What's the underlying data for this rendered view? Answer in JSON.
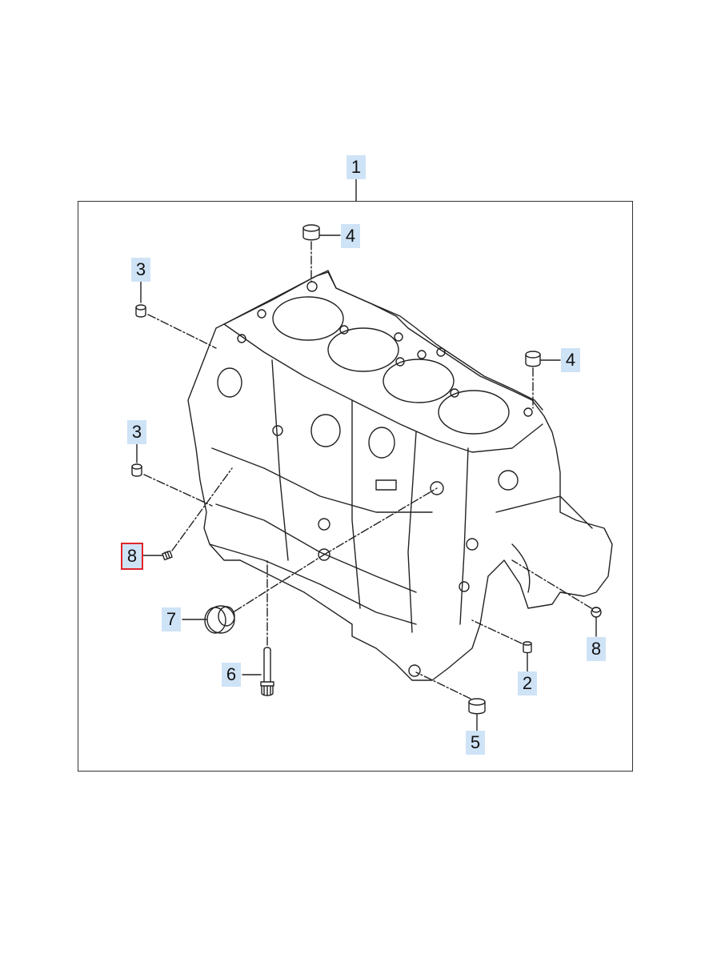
{
  "diagram": {
    "callouts": [
      {
        "id": "c1",
        "label": "1"
      },
      {
        "id": "c2",
        "label": "2"
      },
      {
        "id": "c3a",
        "label": "3"
      },
      {
        "id": "c3b",
        "label": "3"
      },
      {
        "id": "c4a",
        "label": "4"
      },
      {
        "id": "c4b",
        "label": "4"
      },
      {
        "id": "c5",
        "label": "5"
      },
      {
        "id": "c6",
        "label": "6"
      },
      {
        "id": "c7",
        "label": "7"
      },
      {
        "id": "c8a",
        "label": "8"
      },
      {
        "id": "c8b",
        "label": "8"
      }
    ],
    "colors": {
      "callout_bg": "#cfe3f6",
      "selected_outline": "#e0242a",
      "line": "#222222"
    }
  }
}
